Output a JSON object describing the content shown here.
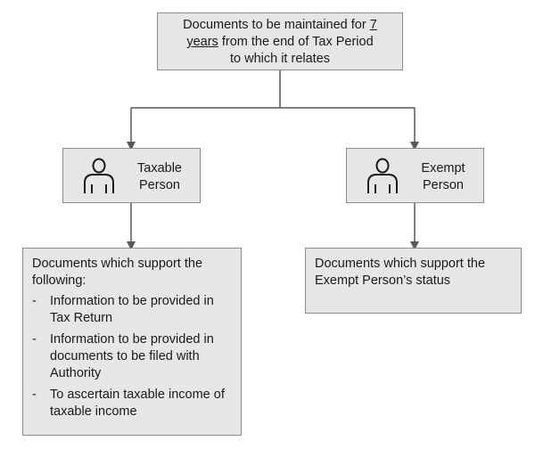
{
  "top": {
    "line1_prefix": "Documents to be maintained for ",
    "line1_underlined": "7",
    "line2_underlined": "years",
    "line2_suffix": " from the end of Tax Period",
    "line3": "to which it relates"
  },
  "taxable": {
    "label_line1": "Taxable",
    "label_line2": "Person",
    "icon": "person-icon"
  },
  "exempt": {
    "label_line1": "Exempt",
    "label_line2": "Person",
    "icon": "person-icon"
  },
  "taxable_docs": {
    "intro": "Documents which support the following:",
    "bullet_marker": "-",
    "items": [
      "Information to be provided in Tax Return",
      "Information to be provided in documents to be filed with Authority",
      "To ascertain taxable income of taxable income"
    ]
  },
  "exempt_docs": {
    "text": "Documents which support the Exempt Person’s status"
  },
  "colors": {
    "box_fill": "#e6e6e6",
    "box_border": "#8c8c8c",
    "connector": "#595959"
  }
}
